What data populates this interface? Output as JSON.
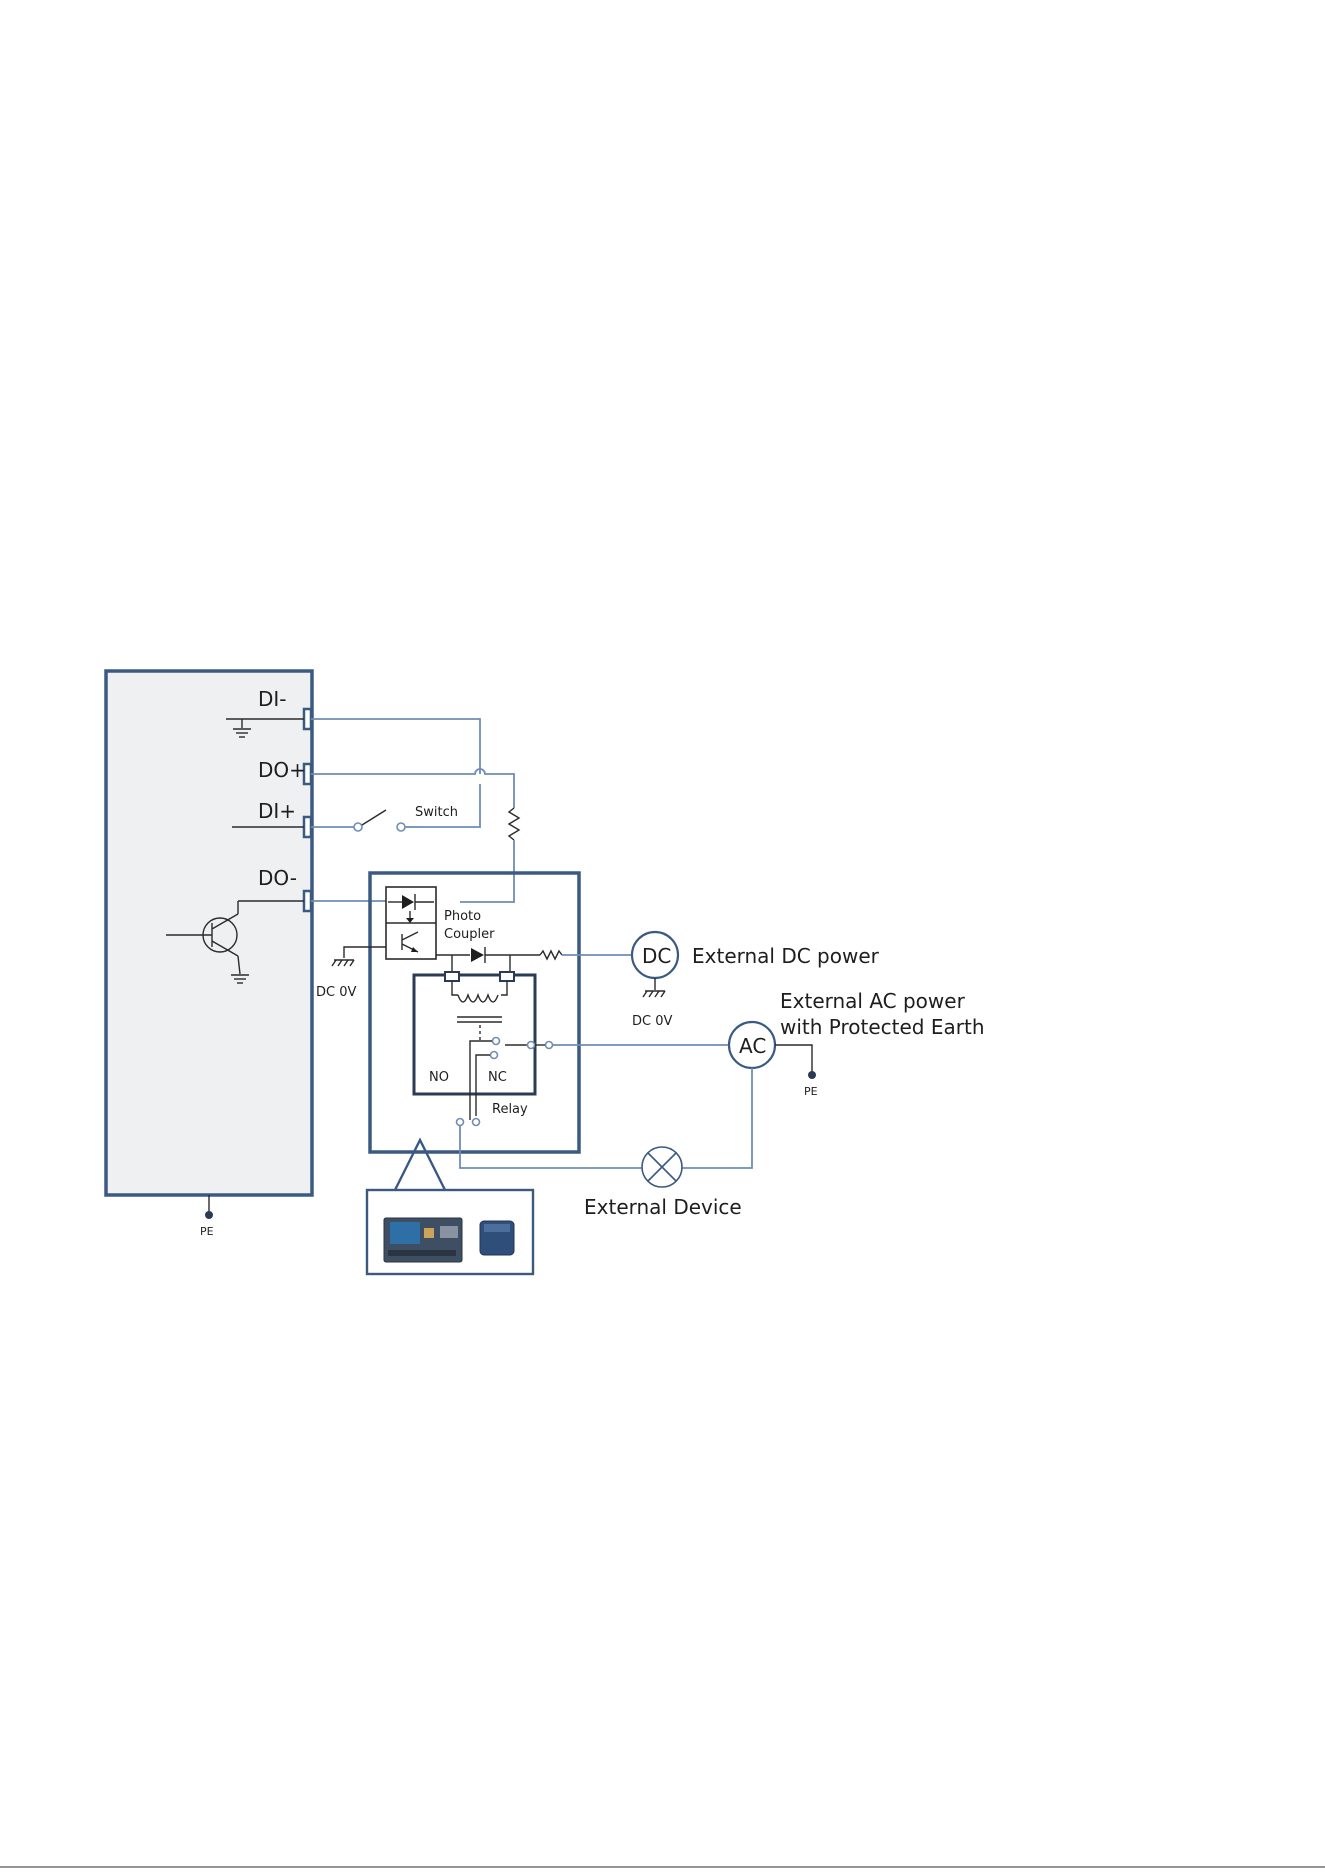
{
  "labels": {
    "di_minus": "DI-",
    "do_plus": "DO+",
    "di_plus": "DI+",
    "do_minus": "DO-",
    "switch": "Switch",
    "photo": "Photo",
    "coupler": "Coupler",
    "dc_0v_left": "DC 0V",
    "dc_0v_right": "DC 0V",
    "dc": "DC",
    "ac": "AC",
    "external_dc_power": "External DC power",
    "external_ac_power_1": "External AC power",
    "external_ac_power_2": "with Protected Earth",
    "no": "NO",
    "nc": "NC",
    "relay": "Relay",
    "pe_right": "PE",
    "pe_bottom": "PE",
    "external_device": "External Device"
  },
  "colors": {
    "wire": "#6f8db3",
    "frame": "#3b5a82",
    "device_fill": "#eef0f2"
  }
}
